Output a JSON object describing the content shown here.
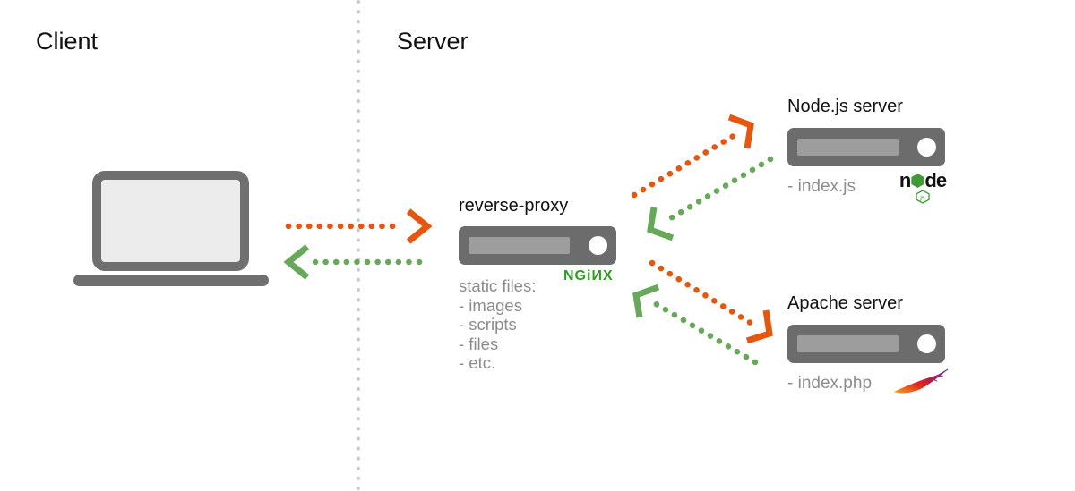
{
  "sections": {
    "client_label": "Client",
    "server_label": "Server"
  },
  "client": {
    "device": "laptop"
  },
  "proxy": {
    "title": "reverse-proxy",
    "logo_text": "NGiИX",
    "static_files_heading": "static files:",
    "static_files": [
      "- images",
      "- scripts",
      "- files",
      "- etc."
    ]
  },
  "node_server": {
    "title": "Node.js server",
    "file": "- index.js",
    "logo_left": "n",
    "logo_right": "de",
    "logo_sub": "js"
  },
  "apache_server": {
    "title": "Apache server",
    "file": "- index.php"
  },
  "arrows": [
    {
      "name": "client-to-proxy",
      "type": "request",
      "color": "orange"
    },
    {
      "name": "proxy-to-client",
      "type": "response",
      "color": "green"
    },
    {
      "name": "proxy-to-node",
      "type": "request",
      "color": "orange"
    },
    {
      "name": "node-to-proxy",
      "type": "response",
      "color": "green"
    },
    {
      "name": "proxy-to-apache",
      "type": "request",
      "color": "orange"
    },
    {
      "name": "apache-to-proxy",
      "type": "response",
      "color": "green"
    }
  ],
  "colors": {
    "request_orange": "#e5560e",
    "response_green": "#68a85a",
    "nginx_green": "#2d9e20",
    "node_green": "#3f9b34",
    "server_gray": "#6c6c6c",
    "separator_gray": "#cccccc",
    "muted_text": "#8c8c8c"
  }
}
